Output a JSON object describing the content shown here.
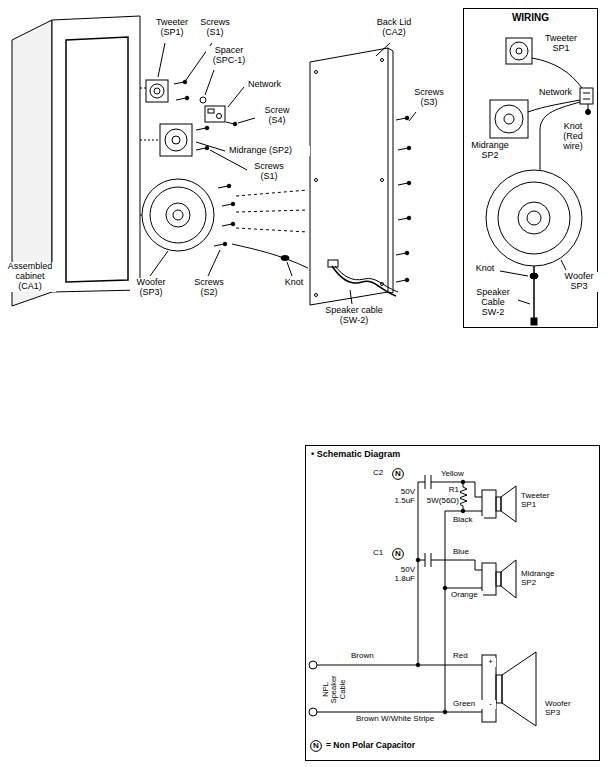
{
  "diagram": {
    "nodes": [
      {
        "text": [
          "WIRING"
        ]
      },
      {
        "text": [
          "• Schematic Diagram"
        ]
      },
      {
        "text": [
          "N"
        ],
        "in": 1
      },
      {
        "text": [
          "N"
        ],
        "in": 1
      },
      {
        "text": [
          "N"
        ],
        "in": 1
      }
    ],
    "labels": [
      "Tweeter (SP1)",
      "Screws (S1)",
      "Spacer (SPC-1)",
      "Network",
      "Screw (S4)",
      "Midrange (SP2)",
      "Screws (S1)",
      "Back Lid (CA2)",
      "Screws (S3)",
      "Assembled cabinet (CA1)",
      "Woofer (SP3)",
      "Screws (S2)",
      "Knot",
      "Speaker cable (SW-2)",
      "Tweeter SP1",
      "Network",
      "Knot (Red wire)",
      "Midrange SP2",
      "Woofer SP3",
      "Knot",
      "Speaker Cable SW-2",
      "C2",
      "50V 1.5uF",
      "Yellow",
      "R1",
      "5W(56Ω)",
      "Tweeter SP1",
      "Black",
      "C1",
      "50V 1.8uF",
      "Blue",
      "Midrange SP2",
      "Orange",
      "Red",
      "Brown",
      "+",
      "-",
      "Green",
      "Brown W/White Stripe",
      "Woofer SP3",
      "NPL Speaker Cable"
    ],
    "legend": [
      {
        "text": "= Non Polar Capacitor"
      }
    ]
  }
}
